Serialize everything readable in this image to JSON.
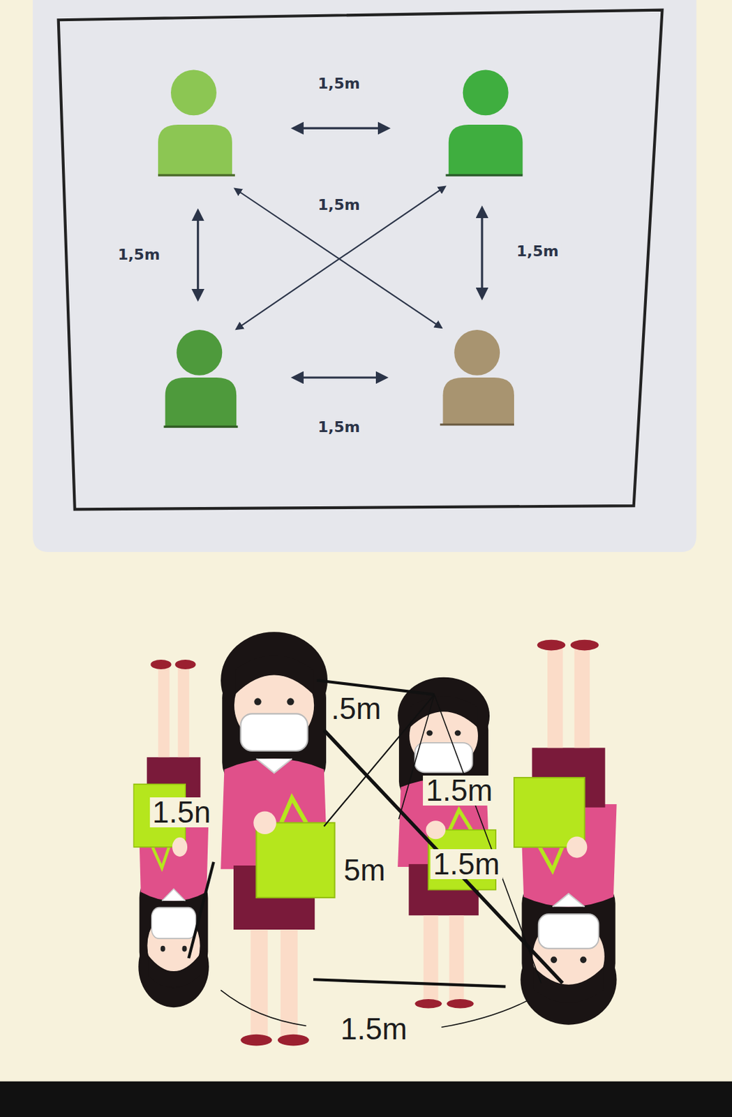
{
  "diagram": {
    "labels": [
      "1,5m",
      "1,5m",
      "1,5m",
      "1,5m",
      "1,5m",
      ".5m",
      "1.5n",
      "1.5m",
      "5m",
      "1.5m",
      "1.5m"
    ]
  }
}
